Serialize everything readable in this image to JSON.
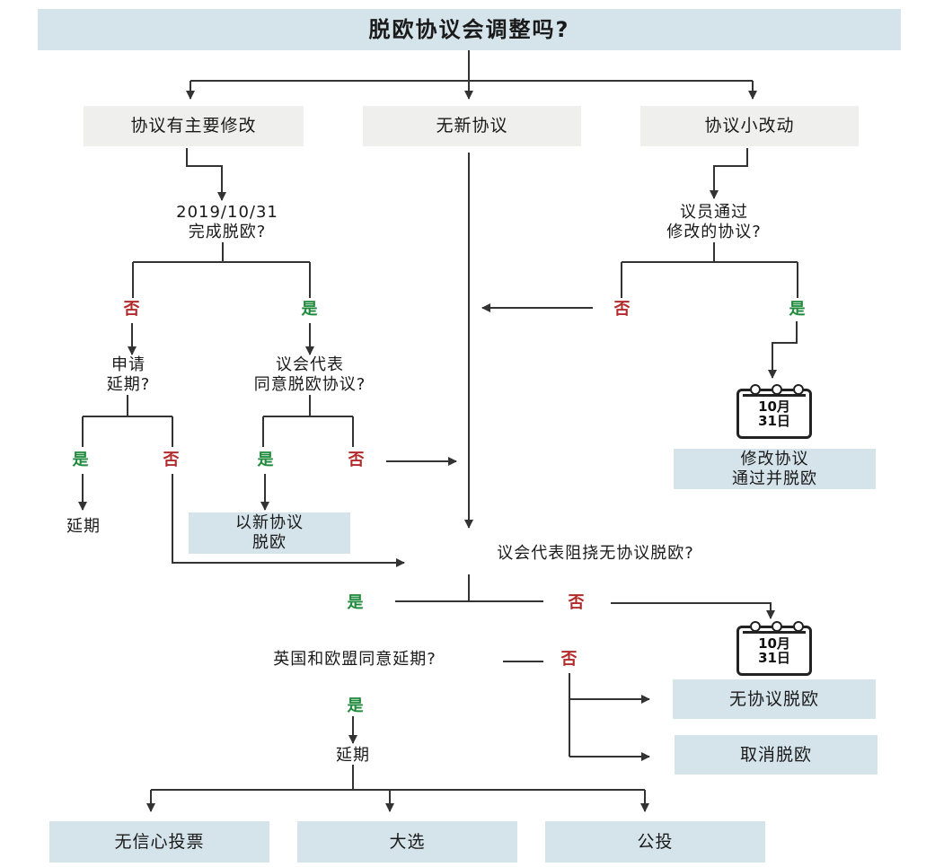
{
  "title": "脱欧协议会调整吗?",
  "options": {
    "major": "协议有主要修改",
    "none": "无新协议",
    "minor": "协议小改动"
  },
  "questions": {
    "complete_line1": "2019/10/31",
    "complete_line2": "完成脱欧?",
    "mps_line1": "议员通过",
    "mps_line2": "修改的协议?",
    "extend_line1": "申请",
    "extend_line2": "延期?",
    "agree_line1": "议会代表",
    "agree_line2": "同意脱欧协议?",
    "block": "议会代表阻挠无协议脱欧?",
    "uk_eu": "英国和欧盟同意延期?"
  },
  "answers": {
    "yes": "是",
    "no": "否"
  },
  "outcomes": {
    "extend": "延期",
    "new_deal_line1": "以新协议",
    "new_deal_line2": "脱欧",
    "modified_line1": "修改协议",
    "modified_line2": "通过并脱欧",
    "no_deal": "无协议脱欧",
    "cancel": "取消脱欧",
    "no_confidence": "无信心投票",
    "election": "大选",
    "referendum": "公投"
  },
  "calendar": {
    "line1": "10月",
    "line2": "31日"
  },
  "colors": {
    "yes": "#1f8a3c",
    "no": "#b22a2a",
    "box_blue": "#d5e3ea",
    "box_grey": "#efefed",
    "line": "#333333"
  }
}
